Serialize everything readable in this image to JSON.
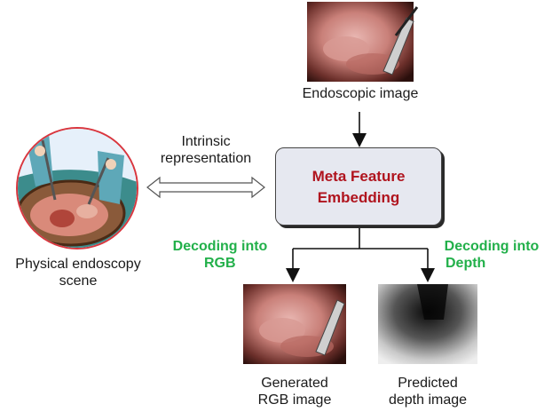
{
  "top_image_label": "Endoscopic image",
  "intrinsic_label_line1": "Intrinsic",
  "intrinsic_label_line2": "representation",
  "meta_box_line1": "Meta Feature",
  "meta_box_line2": "Embedding",
  "decode_rgb_line1": "Decoding into",
  "decode_rgb_line2": "RGB",
  "decode_depth_line1": "Decoding into",
  "decode_depth_line2": "Depth",
  "scene_label_line1": "Physical endoscopy",
  "scene_label_line2": "scene",
  "rgb_label_line1": "Generated",
  "rgb_label_line2": "RGB image",
  "depth_label_line1": "Predicted",
  "depth_label_line2": "depth image",
  "colors": {
    "meta_text": "#b0141e",
    "decode_text": "#22b04a",
    "meta_box_fill": "#e6e8f0"
  }
}
